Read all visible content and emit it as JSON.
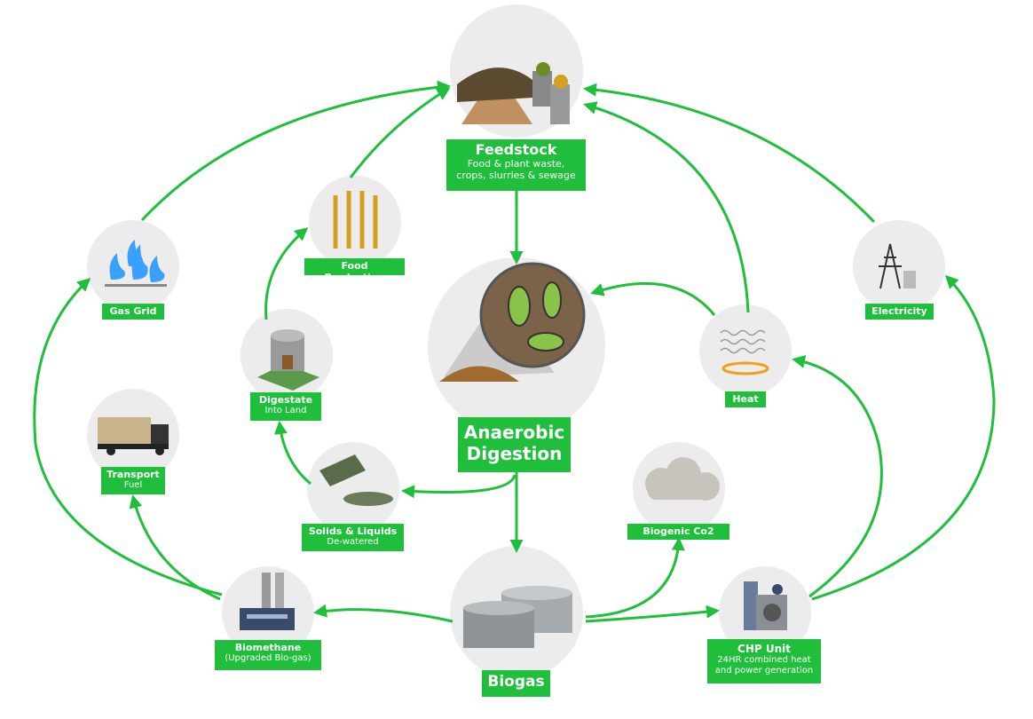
{
  "colors": {
    "accent": "#1fbf3c",
    "circle": "#ececec"
  },
  "nodes": {
    "feedstock": {
      "title": "Feedstock",
      "sub1": "Food & plant waste,",
      "sub2": "crops, slurries & sewage",
      "icon": "waste-pile-icon"
    },
    "anaerobic": {
      "title1": "Anaerobic",
      "title2": "Digestion",
      "icon": "bacteria-icon"
    },
    "biogas": {
      "title": "Biogas",
      "icon": "storage-tank-icon"
    },
    "food": {
      "title": "Food Production",
      "icon": "wheat-icon"
    },
    "gasgrid": {
      "title": "Gas Grid",
      "icon": "gas-flame-icon"
    },
    "digestate": {
      "title": "Digestate",
      "sub": "Into Land",
      "icon": "silo-icon"
    },
    "transport": {
      "title": "Transport",
      "sub": "Fuel",
      "icon": "truck-icon"
    },
    "solids": {
      "title": "Solids & Liquids",
      "sub": "De-watered",
      "icon": "solids-icon"
    },
    "biomethane": {
      "title": "Biomethane",
      "sub": "(Upgraded Bio-gas)",
      "icon": "factory-icon"
    },
    "heat": {
      "title": "Heat",
      "icon": "heat-coil-icon"
    },
    "electricity": {
      "title": "Electricity",
      "icon": "pylon-icon"
    },
    "co2": {
      "title": "Biogenic Co2",
      "icon": "cloud-icon"
    },
    "chp": {
      "title": "CHP Unit",
      "sub1": "24HR combined heat",
      "sub2": "and power generation",
      "icon": "chp-unit-icon"
    }
  },
  "edges": [
    [
      "feedstock",
      "anaerobic"
    ],
    [
      "anaerobic",
      "biogas"
    ],
    [
      "anaerobic",
      "solids"
    ],
    [
      "solids",
      "digestate"
    ],
    [
      "digestate",
      "food"
    ],
    [
      "food",
      "feedstock"
    ],
    [
      "gasgrid",
      "feedstock"
    ],
    [
      "biomethane",
      "gasgrid"
    ],
    [
      "biomethane",
      "transport"
    ],
    [
      "biogas",
      "biomethane"
    ],
    [
      "biogas",
      "co2"
    ],
    [
      "biogas",
      "chp"
    ],
    [
      "chp",
      "heat"
    ],
    [
      "chp",
      "electricity"
    ],
    [
      "heat",
      "anaerobic"
    ],
    [
      "heat",
      "feedstock"
    ],
    [
      "electricity",
      "feedstock"
    ]
  ]
}
